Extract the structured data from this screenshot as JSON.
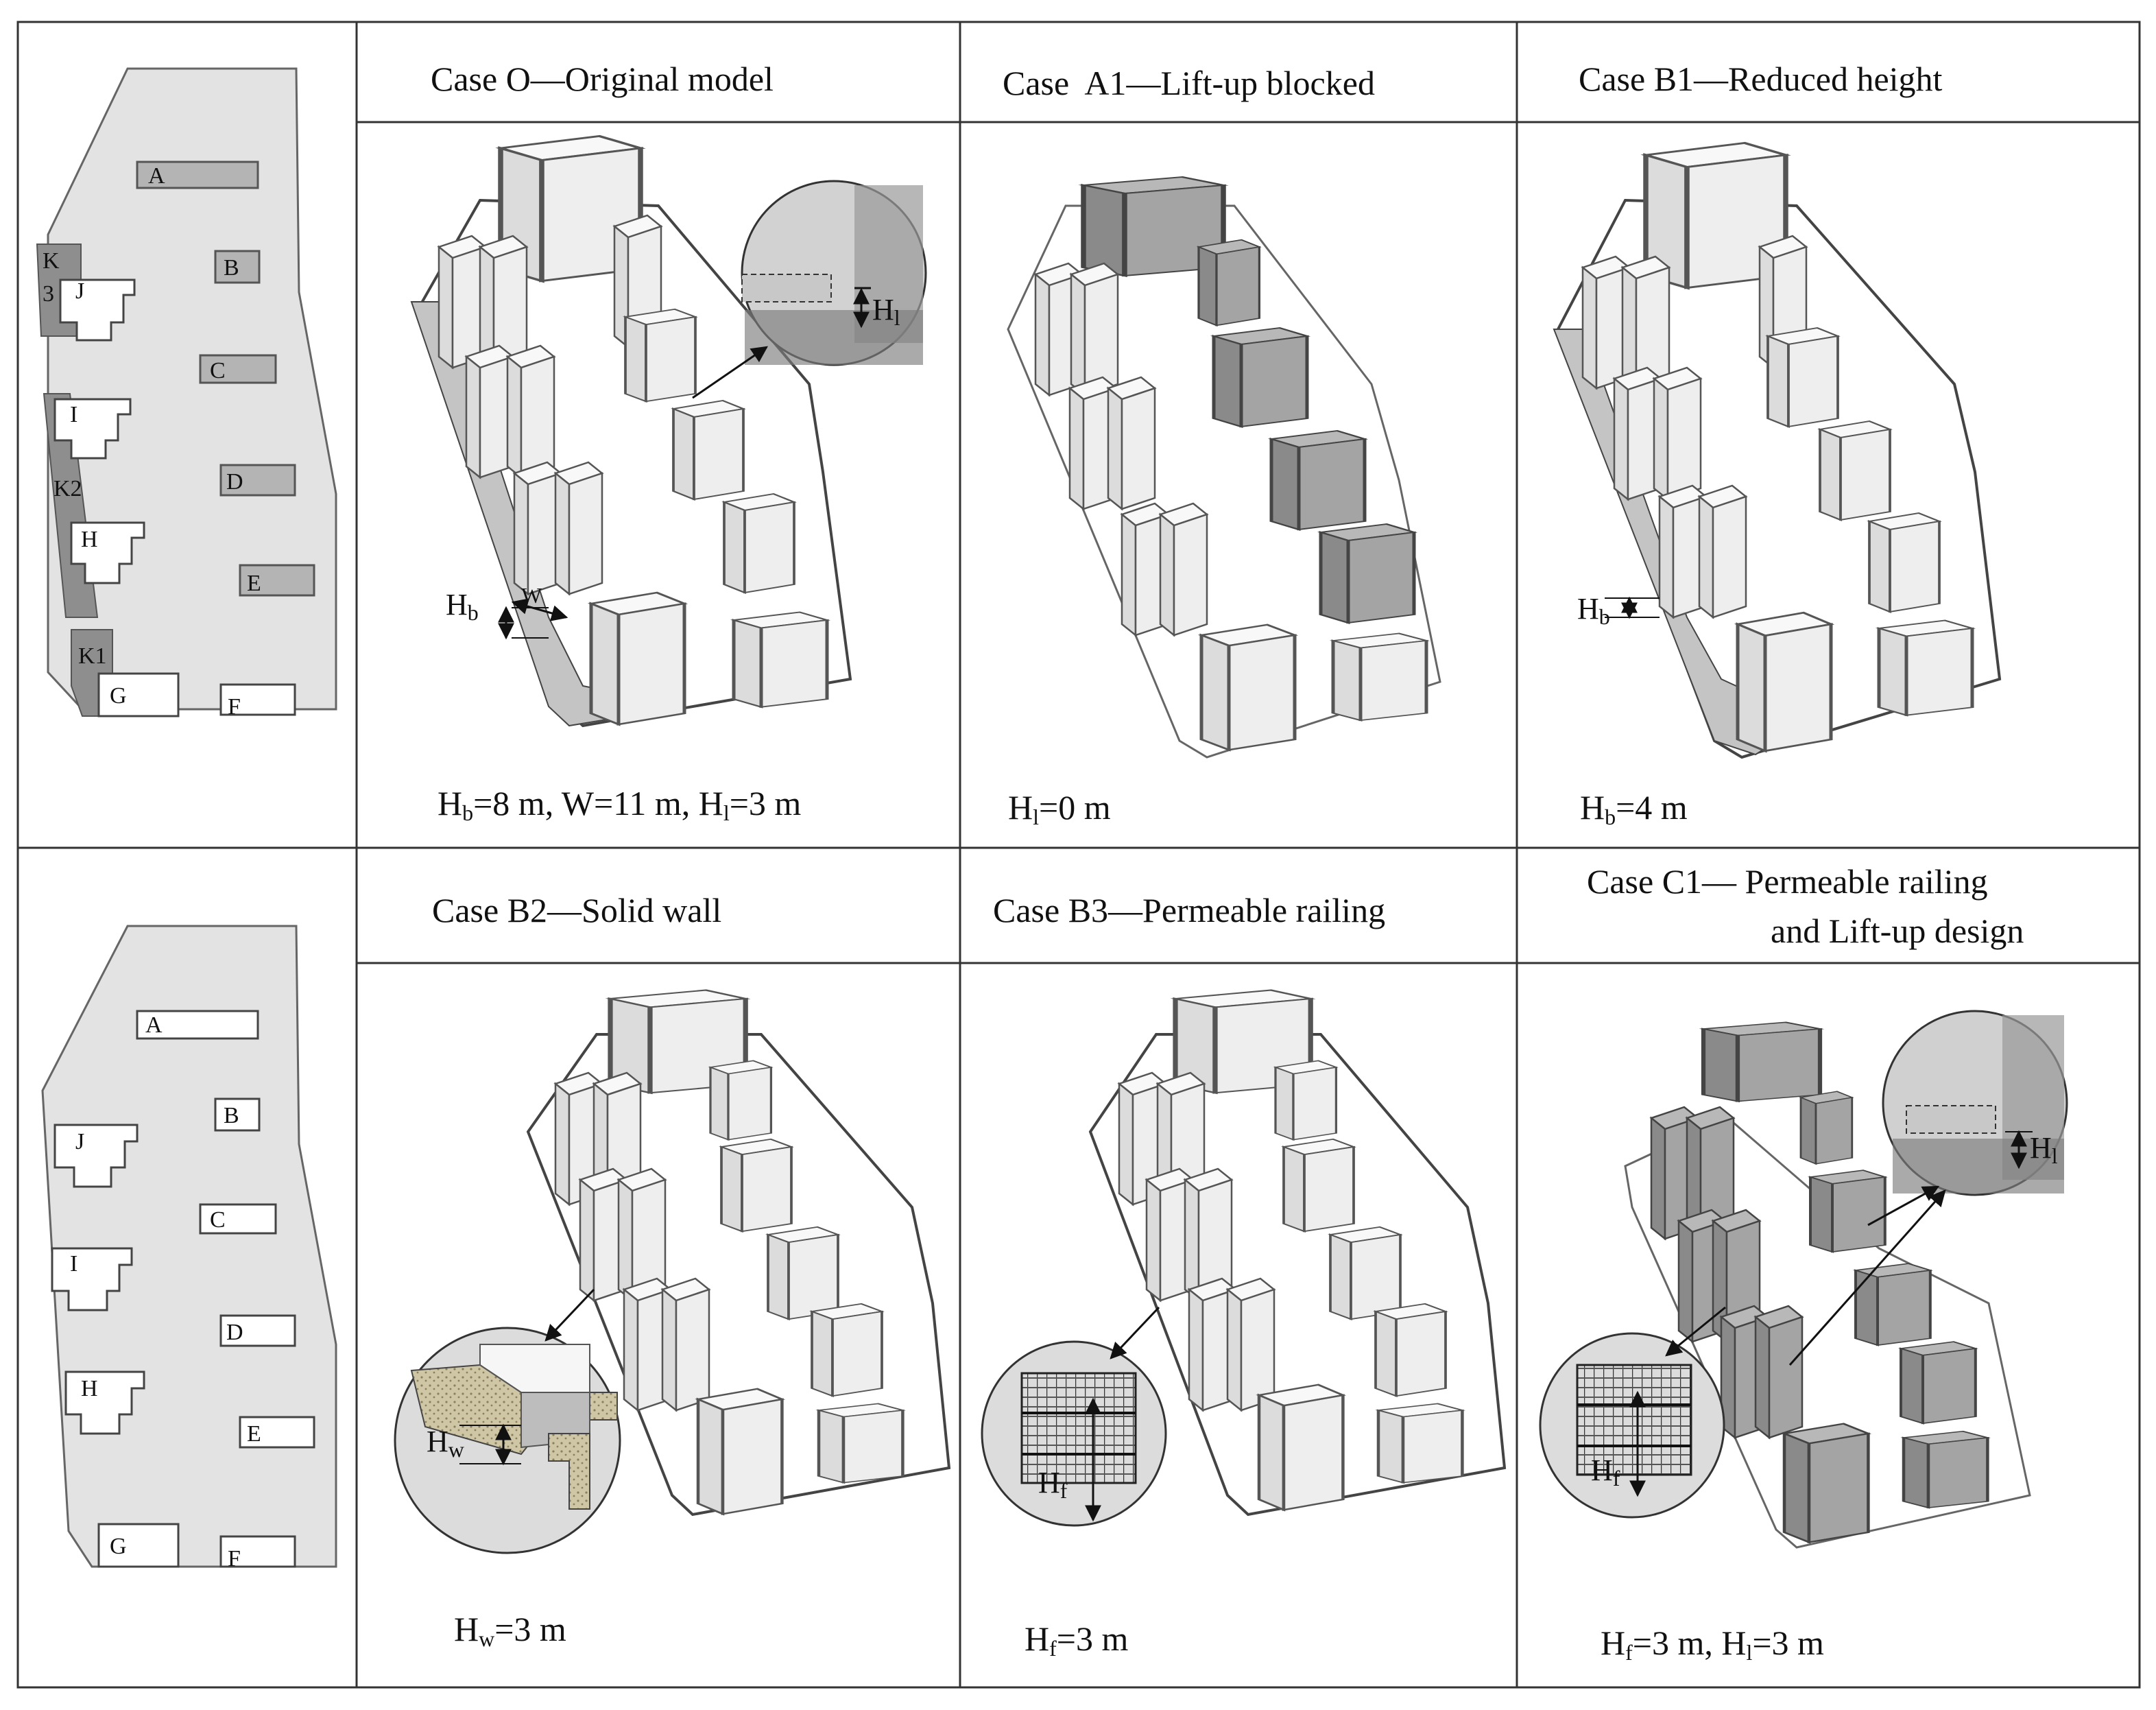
{
  "headers": {
    "case_o": "Case O—Original model",
    "case_a1": "Case  A1—Lift-up blocked",
    "case_b1": "Case B1—Reduced height",
    "case_b2": "Case B2—Solid wall",
    "case_b3": "Case B3—Permeable railing",
    "case_c1_line1": "Case C1— Permeable railing",
    "case_c1_line2": "and Lift-up design"
  },
  "plan_labels": {
    "A": "A",
    "B": "B",
    "C": "C",
    "D": "D",
    "E": "E",
    "F": "F",
    "G": "G",
    "H": "H",
    "I": "I",
    "J": "J",
    "K1": "K1",
    "K2": "K2",
    "K3_k": "K",
    "K3_num": "3"
  },
  "dim_symbols": {
    "H": "H",
    "W": "W",
    "sub_b": "b",
    "sub_l": "l",
    "sub_w": "w",
    "sub_f": "f"
  },
  "captions": {
    "case_o": {
      "p1": "=8 m, W=11 m, H",
      "p2": "=3 m"
    },
    "case_a1": {
      "p1": "=0 m"
    },
    "case_b1": {
      "p1": "=4 m"
    },
    "case_b2": {
      "p1": "=3 m"
    },
    "case_b3": {
      "p1": "=3 m"
    },
    "case_c1": {
      "p1": "=3 m, H",
      "p2": "=3 m"
    }
  },
  "colors": {
    "grid": "#333333",
    "site": "#e3e3e3",
    "block_dark": "#9a9a9a",
    "building_light": "#eeeeee",
    "building_dark": "#9e9e9e",
    "wall": "#c9bfa2"
  }
}
